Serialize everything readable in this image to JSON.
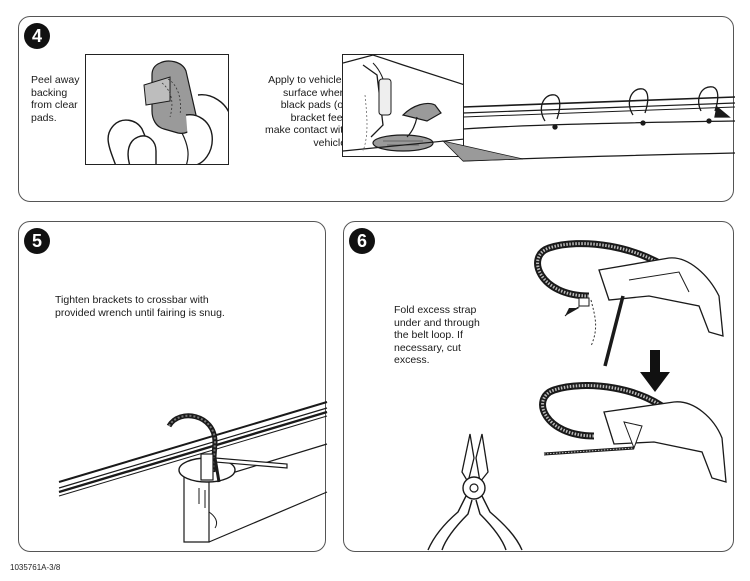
{
  "steps": [
    {
      "number": "4",
      "instructions": [
        "Peel away\nbacking\nfrom clear\npads.",
        "Apply to vehicle’s\nsurface where\nblack pads (on\nbracket feet)\nmake contact with\nvehicle."
      ]
    },
    {
      "number": "5",
      "instructions": [
        "Tighten brackets to crossbar with\nprovided wrench until fairing is snug."
      ]
    },
    {
      "number": "6",
      "instructions": [
        "Fold excess strap\nunder and through\nthe belt loop. If\nnecessary, cut\nexcess."
      ]
    }
  ],
  "footer": {
    "doc_id": "1035761A-3/8"
  },
  "icons": [
    "step-4-badge",
    "step-5-badge",
    "step-6-badge",
    "down-arrow-icon",
    "cutters-icon",
    "wrench-icon"
  ],
  "colors": {
    "line": "#1a1a1a",
    "panel_border": "#555555",
    "pad_grey": "#9a9a9a"
  }
}
